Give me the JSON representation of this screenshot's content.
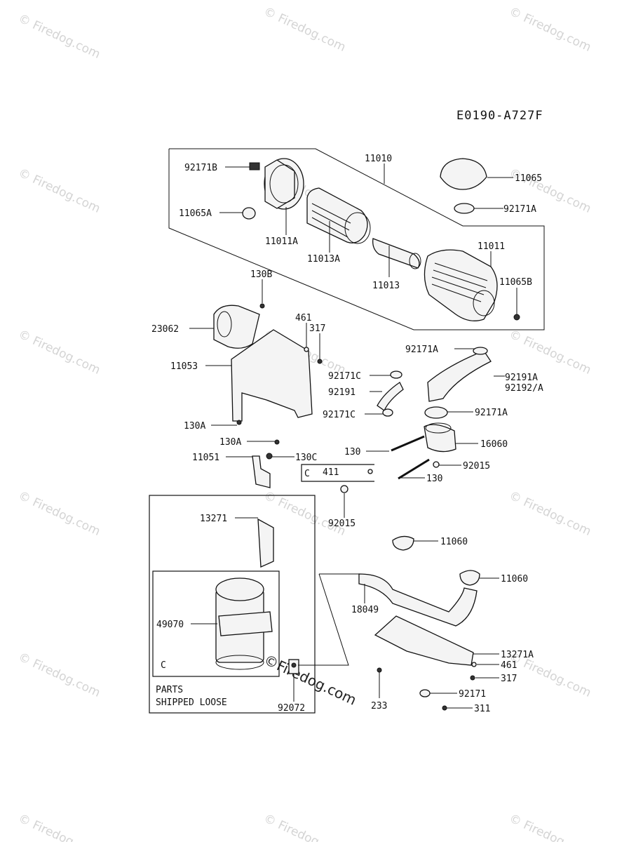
{
  "diagram_code": "E0190-A727F",
  "watermark": "© Firedog.com",
  "watermark_main": "©Firedog.com",
  "notes": {
    "parts_line1": "PARTS",
    "parts_line2": "SHIPPED LOOSE",
    "ref_c": "C"
  },
  "labels": {
    "p92171B": "92171B",
    "p11010": "11010",
    "p11065": "11065",
    "p11065A": "11065A",
    "p92171A_top": "92171A",
    "p11011A": "11011A",
    "p11013A": "11013A",
    "p11011": "11011",
    "p11013": "11013",
    "p11065B": "11065B",
    "p130B": "130B",
    "p23062": "23062",
    "p461_top": "461",
    "p317_top": "317",
    "p11053": "11053",
    "p92171A_mid": "92171A",
    "p92171C_a": "92171C",
    "p92191": "92191",
    "p92191A": "92191A",
    "p92192A": "92192/A",
    "p92171C_b": "92171C",
    "p92171A_low": "92171A",
    "p130A_a": "130A",
    "p130A_b": "130A",
    "p130_a": "130",
    "p16060": "16060",
    "p11051": "11051",
    "p130C": "130C",
    "p411": "411",
    "p92015_a": "92015",
    "p130_b": "130",
    "p92015_b": "92015",
    "p13271": "13271",
    "p11060_a": "11060",
    "p11060_b": "11060",
    "p18049": "18049",
    "p49070": "49070",
    "p13271A": "13271A",
    "p461_low": "461",
    "p317_low": "317",
    "p233": "233",
    "p92171": "92171",
    "p311": "311",
    "p92072": "92072"
  }
}
